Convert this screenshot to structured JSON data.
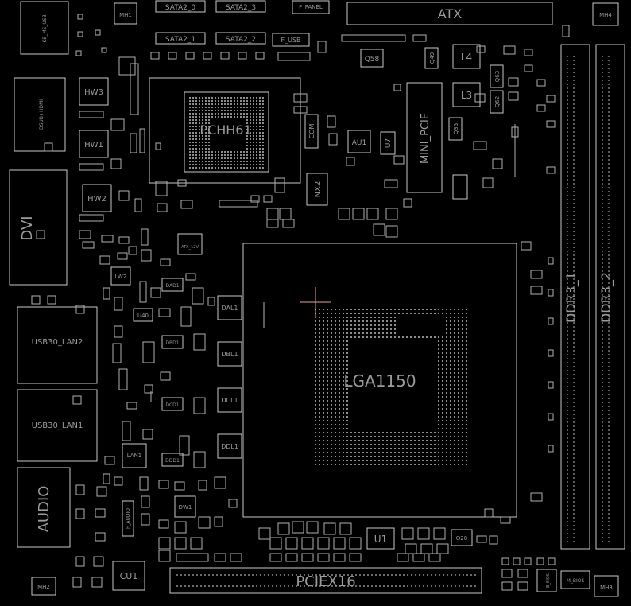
{
  "labels": {
    "sata2_0": "SATA2_0",
    "sata2_3": "SATA2_3",
    "sata2_1": "SATA2_1",
    "sata2_2": "SATA2_2",
    "f_panel": "F_PANEL",
    "f_usb": "F_USB",
    "atx": "ATX",
    "mh1": "MH1",
    "mh4": "MH4",
    "mh2": "MH2",
    "mh3": "MH3",
    "kb_ms_usb": "KB_MS_USB",
    "dvi_hdmi": "DSUB+HDMI",
    "dvi": "DVI",
    "usb30_lan2": "USB30_LAN2",
    "usb30_lan1": "USB30_LAN1",
    "audio": "AUDIO",
    "pch": "PCHH61",
    "hw3": "HW3",
    "hw1": "HW1",
    "hw2": "HW2",
    "q58": "Q58",
    "q49": "Q49",
    "l4": "L4",
    "l3": "L3",
    "q63": "Q63",
    "q62": "Q62",
    "q35": "Q35",
    "mini_pcie": "MINI_PCIE",
    "au1": "AU1",
    "u7": "U7",
    "com": "COM",
    "nx2": "NX2",
    "atx_12v": "ATX_12V",
    "lw2": "LW2",
    "u40": "U40",
    "dal1": "DAL1",
    "dbl1": "DBL1",
    "dcl1": "DCL1",
    "ddl1": "DDL1",
    "dad1": "DAD1",
    "dbd1": "DBD1",
    "dcd1": "DCD1",
    "ddd1": "DDD1",
    "lga": "LGA1150",
    "ddr3_1": "DDR3_1",
    "ddr3_2": "DDR3_2",
    "lan1": "LAN1",
    "dw1": "DW1",
    "f_audio": "F_AUDIO",
    "cu1": "CU1",
    "u1": "U1",
    "q28": "Q28",
    "pciex16": "PCIEX16",
    "b_bios": "B_BIOS",
    "m_bios": "M_BIOS"
  },
  "colors": {
    "background": "#000000",
    "outline": "#c8c8c8",
    "text": "#9a9a9a",
    "cursor": "#e0a0a0",
    "via": "#3cb371"
  }
}
